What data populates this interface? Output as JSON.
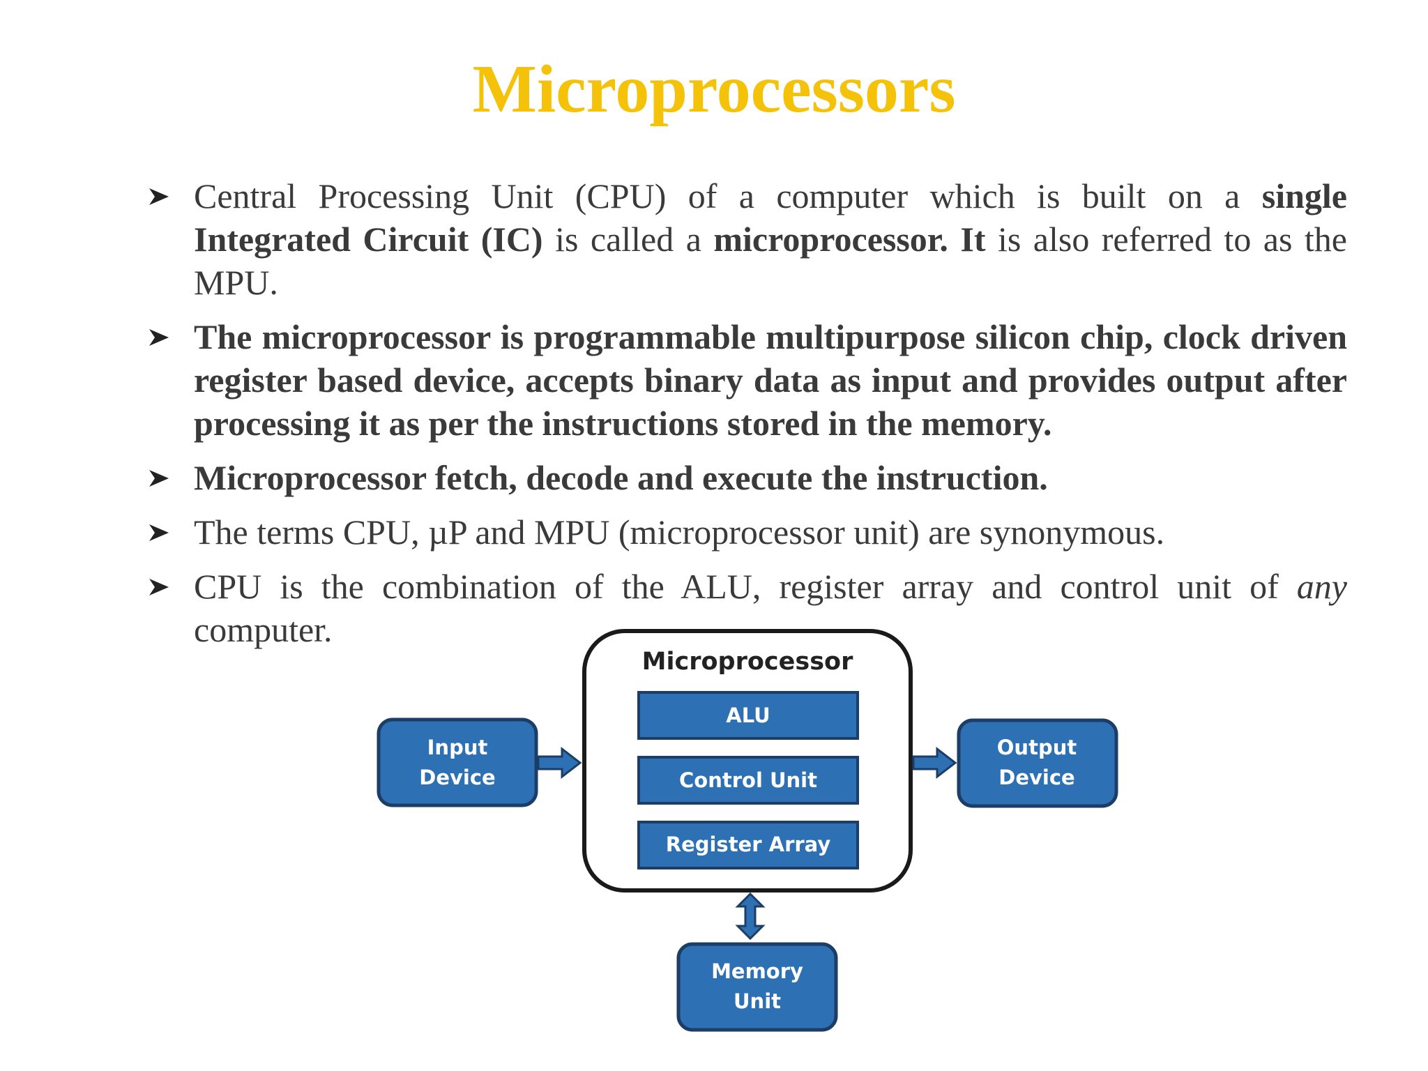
{
  "title": "Microprocessors",
  "bullets": [
    {
      "parts": [
        {
          "text": "Central Processing Unit (CPU) of a computer which is built on a ",
          "bold": false
        },
        {
          "text": "single Integrated Circuit (IC)",
          "bold": true
        },
        {
          "text": " is called a ",
          "bold": false
        },
        {
          "text": "microprocessor. It",
          "bold": true
        },
        {
          "text": " is also referred to as the MPU.",
          "bold": false
        }
      ]
    },
    {
      "text": "The microprocessor is programmable multipurpose silicon chip, clock driven register based device, accepts binary data as input and provides output after processing it as per the instructions stored in the memory."
    },
    {
      "text": "Microprocessor fetch, decode and execute the instruction."
    },
    {
      "text": "The terms CPU, µP and MPU (microprocessor unit) are synonymous."
    },
    {
      "parts": [
        {
          "text": "CPU is the combination of the ALU, register array and control unit of ",
          "italic": false
        },
        {
          "text": "any",
          "italic": true
        },
        {
          "text": " computer.",
          "italic": false
        }
      ]
    }
  ],
  "diagram": {
    "container_title": "Microprocessor",
    "alu": "ALU",
    "control_unit": "Control Unit",
    "register_array": "Register Array",
    "input_line1": "Input",
    "input_line2": "Device",
    "output_line1": "Output",
    "output_line2": "Device",
    "memory_line1": "Memory",
    "memory_line2": "Unit",
    "colors": {
      "block_fill": "#2e70b4",
      "block_stroke": "#1c3d66",
      "container_stroke": "#1a1a1a",
      "title_color": "#f5c20a"
    }
  }
}
